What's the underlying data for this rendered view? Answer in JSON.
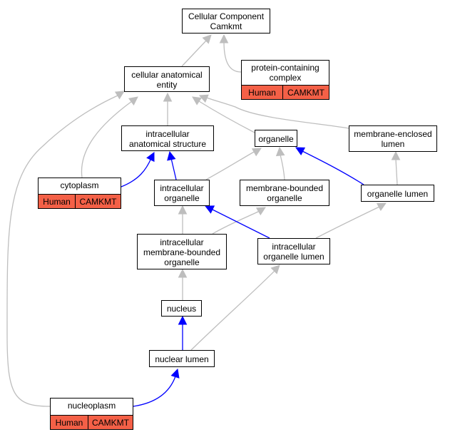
{
  "nodes": {
    "root": {
      "lines": [
        "Cellular Component",
        "Camkmt"
      ]
    },
    "cae": {
      "lines": [
        "cellular anatomical",
        "entity"
      ]
    },
    "pcc": {
      "lines": [
        "protein-containing",
        "complex"
      ],
      "annotation": {
        "species": "Human",
        "gene": "CAMKMT"
      }
    },
    "ias": {
      "lines": [
        "intracellular",
        "anatomical structure"
      ]
    },
    "org": {
      "lines": [
        "organelle"
      ]
    },
    "mel": {
      "lines": [
        "membrane-enclosed",
        "lumen"
      ]
    },
    "cyto": {
      "lines": [
        "cytoplasm"
      ],
      "annotation": {
        "species": "Human",
        "gene": "CAMKMT"
      }
    },
    "io": {
      "lines": [
        "intracellular",
        "organelle"
      ]
    },
    "mbo": {
      "lines": [
        "membrane-bounded",
        "organelle"
      ]
    },
    "ol": {
      "lines": [
        "organelle lumen"
      ]
    },
    "imbo": {
      "lines": [
        "intracellular",
        "membrane-bounded",
        "organelle"
      ]
    },
    "iol": {
      "lines": [
        "intracellular",
        "organelle lumen"
      ]
    },
    "nuc": {
      "lines": [
        "nucleus"
      ]
    },
    "nl": {
      "lines": [
        "nuclear lumen"
      ]
    },
    "np": {
      "lines": [
        "nucleoplasm"
      ],
      "annotation": {
        "species": "Human",
        "gene": "CAMKMT"
      }
    }
  },
  "colors": {
    "is_a_edge": "#bebebe",
    "part_of_edge": "#0000ff",
    "annotation_fill": "#f46047"
  }
}
